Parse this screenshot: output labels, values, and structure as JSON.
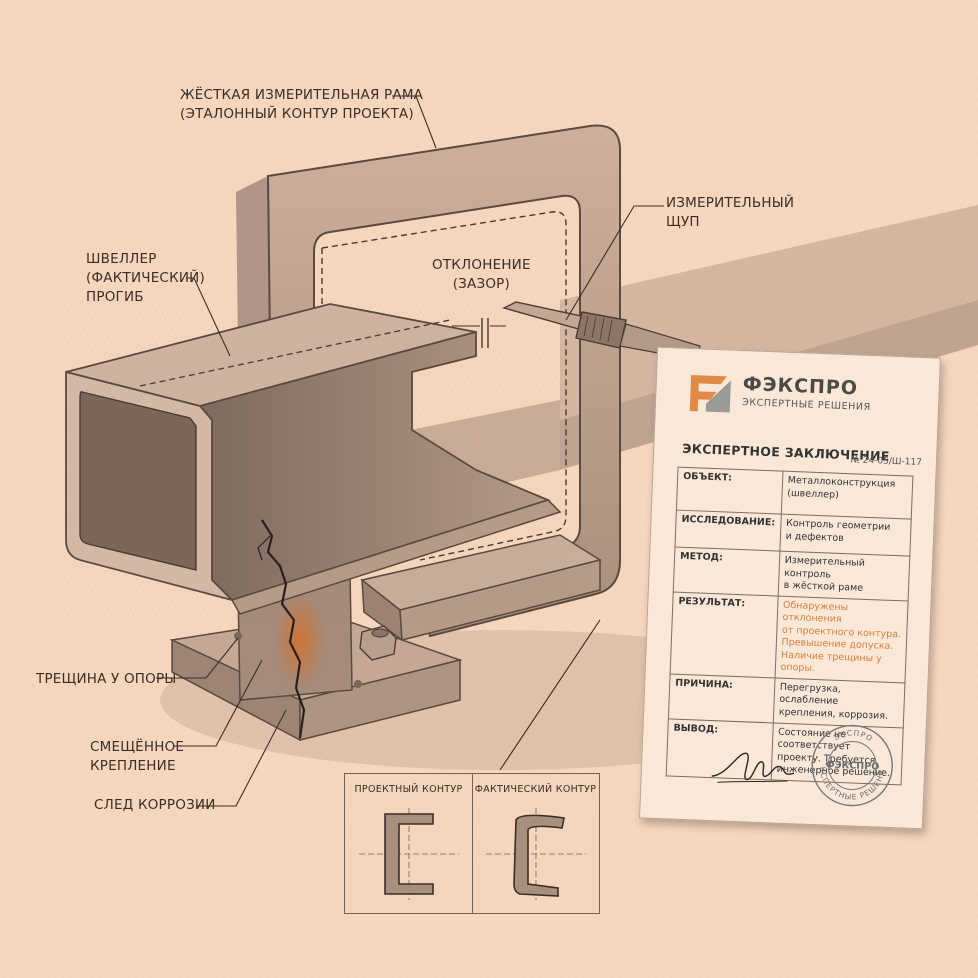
{
  "labels": {
    "frame": [
      "ЖЁСТКАЯ ИЗМЕРИТЕЛЬНАЯ РАМА",
      "(ЭТАЛОННЫЙ КОНТУР ПРОЕКТА)"
    ],
    "probe": [
      "ИЗМЕРИТЕЛЬНЫЙ",
      "ЩУП"
    ],
    "channel": [
      "ШВЕЛЛЕР",
      "(ФАКТИЧЕСКИЙ)",
      "ПРОГИБ"
    ],
    "deviation": [
      "ОТКЛОНЕНИЕ",
      "(ЗАЗОР)"
    ],
    "crack": "ТРЕЩИНА У ОПОРЫ",
    "displaced": [
      "СМЕЩЁННОЕ",
      "КРЕПЛЕНИЕ"
    ],
    "corrosion": "СЛЕД КОРРОЗИИ"
  },
  "document": {
    "brand": "ФЭКСПРО",
    "tagline": "ЭКСПЕРТНЫЕ РЕШЕНИЯ",
    "title": "ЭКСПЕРТНОЕ ЗАКЛЮЧЕНИЕ",
    "number": "№ 24-05/Ш-117",
    "rows": [
      {
        "key": "ОБЪЕКТ:",
        "lines": [
          "Металлоконструкция",
          "(швеллер)"
        ]
      },
      {
        "key": "ИССЛЕДОВАНИЕ:",
        "lines": [
          "Контроль геометрии",
          "и дефектов"
        ]
      },
      {
        "key": "МЕТОД:",
        "lines": [
          "Измерительный контроль",
          "в жёсткой раме"
        ]
      },
      {
        "key": "РЕЗУЛЬТАТ:",
        "lines": [
          "Обнаружены отклонения",
          "от проектного контура.",
          "Превышение допуска.",
          "Наличие трещины у опоры."
        ]
      },
      {
        "key": "ПРИЧИНА:",
        "lines": [
          "Перегрузка, ослабление",
          "крепления, коррозия."
        ]
      },
      {
        "key": "ВЫВОД:",
        "lines": [
          "Состояние не соответствует",
          "проекту. Требуется",
          "инженерное решение."
        ]
      }
    ],
    "seal": {
      "center": "ФЭКСПРО",
      "ring_top": "ЭКСПРО",
      "ring_bottom": "ЭКСПЕРТНЫЕ РЕШЕНИЯ"
    }
  },
  "profiles": {
    "design_caption": "ПРОЕКТНЫЙ КОНТУР",
    "actual_caption": "ФАКТИЧЕСКИЙ КОНТУР"
  },
  "colors": {
    "paper": "#f6d6bd",
    "pencil": "#3a2e27",
    "accent": "#d88038",
    "steel_dark": "#8a7567",
    "steel_light": "#d8bba6"
  }
}
